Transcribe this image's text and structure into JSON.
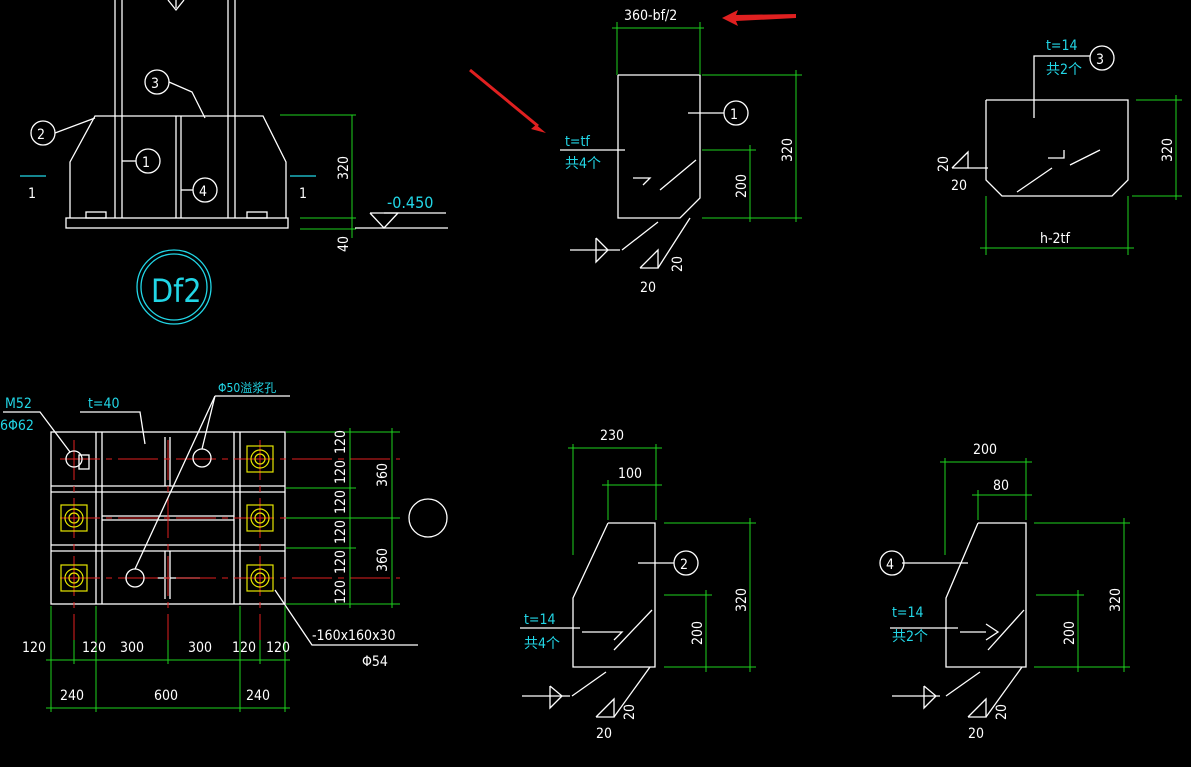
{
  "labels": {
    "plate_2": "2",
    "plate_3": "3",
    "plate_1": "1",
    "plate_4": "4",
    "section_left": "1",
    "section_right": "1",
    "dim_320_a": "320",
    "dim_40": "40",
    "elevation": "-0.450",
    "detail_tag": "Df2",
    "top_dim": "360-bf/2",
    "t_tf": "t=tf",
    "qty_4a": "共4个",
    "dim_200_a": "200",
    "dim_320_b": "320",
    "weld_20_a": "20",
    "weld_20_b": "20",
    "t14_a": "t=14",
    "qty_2a": "共2个",
    "dim_320_c": "320",
    "weld_20_c": "20",
    "weld_20_d": "20",
    "h2tf": "h-2tf",
    "m52": "M52",
    "phi62": "6Φ62",
    "t40": "t=40",
    "phi50": "Φ50溢浆孔",
    "r120_1": "120",
    "r120_2": "120",
    "r120_3": "120",
    "r120_4": "120",
    "r120_5": "120",
    "r120_6": "120",
    "r360_a": "360",
    "r360_b": "360",
    "b120_1": "120",
    "b120_2": "120",
    "b300_1": "300",
    "b300_2": "300",
    "b120_3": "120",
    "b120_4": "120",
    "b240_1": "240",
    "b600": "600",
    "b240_2": "240",
    "washer": "-160x160x30",
    "phi54": "Φ54",
    "d230": "230",
    "d100": "100",
    "t14_b": "t=14",
    "qty_4b": "共4个",
    "dim_200_b": "200",
    "dim_320_d": "320",
    "weld_20_e": "20",
    "weld_20_f": "20",
    "d200": "200",
    "d80": "80",
    "t14_c": "t=14",
    "qty_2b": "共2个",
    "dim_200_c": "200",
    "dim_320_e": "320",
    "weld_20_g": "20",
    "weld_20_h": "20"
  },
  "colors": {
    "background": "#000000",
    "geometry": "#ffffff",
    "dimension": "#1ed21e",
    "text": "#22d6e6",
    "centerline": "#e02020",
    "bolt": "#e6e600",
    "annotation_arrow": "#e02020"
  }
}
